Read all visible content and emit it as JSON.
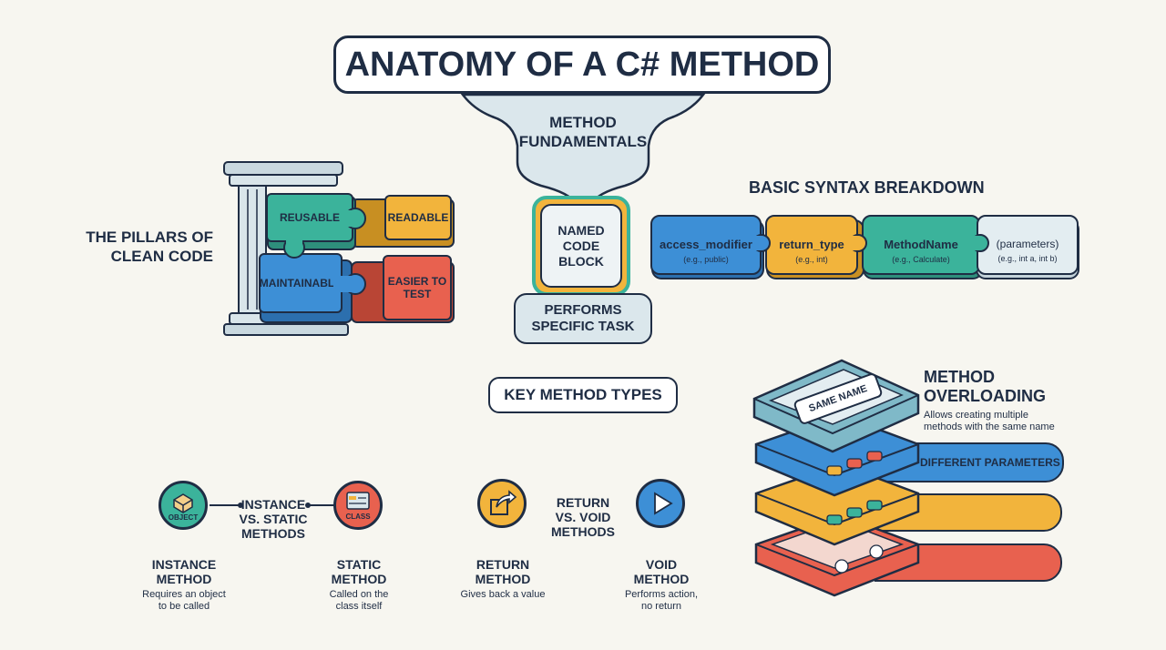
{
  "title": "ANATOMY OF A C# METHOD",
  "fundamentals": {
    "label_line1": "METHOD",
    "label_line2": "FUNDAMENTALS",
    "named_line1": "NAMED",
    "named_line2": "CODE",
    "named_line3": "BLOCK",
    "perform_line1": "PERFORMS",
    "perform_line2": "SPECIFIC TASK"
  },
  "pillars": {
    "title_line1": "THE PILLARS OF",
    "title_line2": "CLEAN CODE",
    "reusable": "REUSABLE",
    "readable": "READABLE",
    "maintainable": "MAINTAINABLE",
    "easier_line1": "EASIER TO",
    "easier_line2": "TEST"
  },
  "syntax": {
    "title": "BASIC SYNTAX BREAKDOWN",
    "parts": [
      {
        "name": "access_modifier",
        "example": "(e.g., public)",
        "color": "#3d8fd6"
      },
      {
        "name": "return_type",
        "example": "(e.g., int)",
        "color": "#f2b43c"
      },
      {
        "name": "MethodName",
        "example": "(e.g., Calculate)",
        "color": "#3bb39b"
      },
      {
        "name": "(parameters)",
        "example": "(e.g., int a, int b)",
        "color": "#e3edf1"
      }
    ]
  },
  "key_types": {
    "title": "KEY METHOD TYPES",
    "instance_vs_static_line1": "INSTANCE",
    "instance_vs_static_line2": "VS. STATIC",
    "instance_vs_static_line3": "METHODS",
    "return_vs_void_line1": "RETURN",
    "return_vs_void_line2": "VS. VOID",
    "return_vs_void_line3": "METHODS",
    "object_icon_text": "OBJECT",
    "class_icon_text": "CLASS",
    "instance": {
      "line1": "INSTANCE",
      "line2": "METHOD",
      "desc1": "Requires an object",
      "desc2": "to be called"
    },
    "static": {
      "line1": "STATIC",
      "line2": "METHOD",
      "desc1": "Called on the",
      "desc2": "class itself"
    },
    "return": {
      "line1": "RETURN",
      "line2": "METHOD",
      "desc1": "Gives back a value"
    },
    "void": {
      "line1": "VOID",
      "line2": "METHOD",
      "desc1": "Performs action,",
      "desc2": "no return"
    }
  },
  "overloading": {
    "title_line1": "METHOD",
    "title_line2": "OVERLOADING",
    "desc1": "Allows creating multiple",
    "desc2": "methods with the same name",
    "same_name": "SAME NAME",
    "different_parameters": "DIFFERENT PARAMETERS"
  },
  "colors": {
    "navy": "#1f2d44",
    "teal": "#3bb39b",
    "yellow": "#f2b43c",
    "blue": "#3d8fd6",
    "coral": "#e8614f",
    "light": "#dbe7ec"
  }
}
